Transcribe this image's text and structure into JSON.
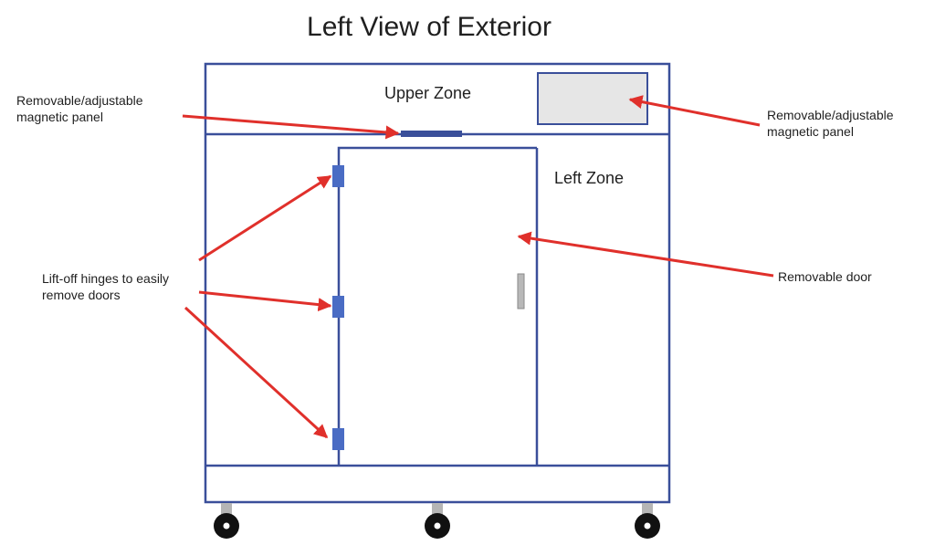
{
  "title": "Left View of Exterior",
  "zones": {
    "upper": "Upper Zone",
    "left": "Left Zone"
  },
  "callouts": {
    "panel_left": "Removable/adjustable\nmagnetic panel",
    "panel_right": "Removable/adjustable\nmagnetic panel",
    "hinges": "Lift-off hinges to easily\nremove doors",
    "door": "Removable door"
  },
  "colors": {
    "outline": "#3a4f9a",
    "hinge": "#4a6cc4",
    "arrow": "#e0302b",
    "panel_fill": "#e6e6e6",
    "handle": "#b8b8b8",
    "leg": "#b5b5b5",
    "wheel": "#111111"
  }
}
